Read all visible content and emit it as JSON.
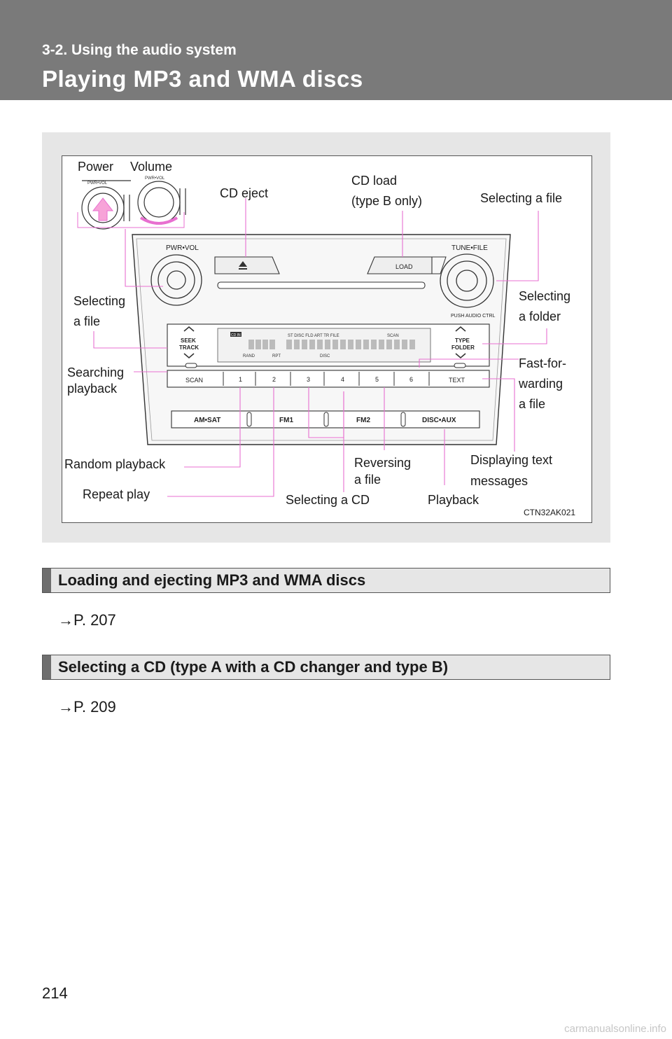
{
  "header": {
    "section": "3-2. Using the audio system",
    "title": "Playing MP3 and WMA discs"
  },
  "figure": {
    "code": "CTN32AK021",
    "labels": {
      "power": "Power",
      "volume": "Volume",
      "cd_eject": "CD eject",
      "cd_load_1": "CD load",
      "cd_load_2": "(type B only)",
      "selecting_file_right": "Selecting a file",
      "selecting_file_left_1": "Selecting",
      "selecting_file_left_2": "a file",
      "selecting_folder_1": "Selecting",
      "selecting_folder_2": "a folder",
      "searching_1": "Searching",
      "searching_2": "playback",
      "fast_1": "Fast-for-",
      "fast_2": "warding",
      "fast_3": "a file",
      "random_playback": "Random playback",
      "reversing_1": "Reversing",
      "reversing_2": "a file",
      "displaying_1": "Displaying text",
      "displaying_2": "messages",
      "repeat_play": "Repeat play",
      "selecting_cd": "Selecting a CD",
      "playback": "Playback"
    },
    "unit": {
      "pwr_vol": "PWR•VOL",
      "tune_file": "TUNE•FILE",
      "load": "LOAD",
      "push_audio": "PUSH AUDIO CTRL",
      "seek": "SEEK",
      "track": "TRACK",
      "type": "TYPE",
      "folder": "FOLDER",
      "scan": "SCAN",
      "text": "TEXT",
      "presets": [
        "1",
        "2",
        "3",
        "4",
        "5",
        "6"
      ],
      "am_sat": "AM•SAT",
      "fm1": "FM1",
      "fm2": "FM2",
      "disc_aux": "DISC•AUX",
      "display_top": "ST   DISC      FLD  ART  TR  FILE",
      "display_cdin": "CD IN",
      "display_scan": "SCAN",
      "display_rand": "RAND",
      "display_rpt": "RPT",
      "display_disc": "DISC"
    }
  },
  "sections": [
    {
      "heading": "Loading and ejecting MP3 and WMA discs",
      "ref": "→P. 207"
    },
    {
      "heading": "Selecting a CD (type A with a CD changer and type B)",
      "ref": "→P. 209"
    }
  ],
  "page_number": "214",
  "watermark": "carmanualsonline.info",
  "colors": {
    "header_bg": "#7a7a7a",
    "callout": "#e86fd0",
    "bar_bg": "#e6e6e6"
  }
}
